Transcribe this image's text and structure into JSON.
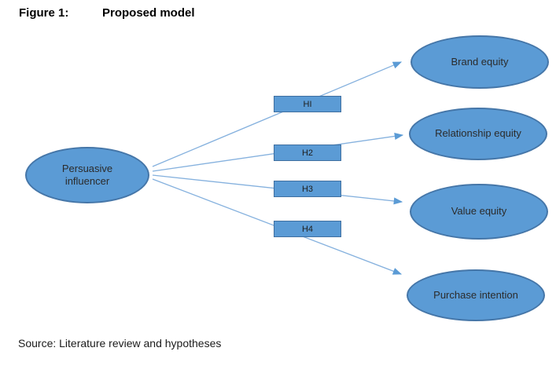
{
  "figure": {
    "label": "Figure 1:",
    "title": "Proposed model"
  },
  "diagram": {
    "predictor": {
      "label": "Persuasive influencer"
    },
    "hypotheses": [
      {
        "label": "HI"
      },
      {
        "label": "H2"
      },
      {
        "label": "H3"
      },
      {
        "label": "H4"
      }
    ],
    "outcomes": [
      {
        "label": "Brand equity"
      },
      {
        "label": "Relationship equity"
      },
      {
        "label": "Value equity"
      },
      {
        "label": "Purchase intention"
      }
    ]
  },
  "source_note": "Source: Literature review and hypotheses",
  "colors": {
    "shape_fill": "#5b9bd5",
    "ellipse_border": "#4576a8",
    "box_border": "#3f6fa0",
    "arrow_line": "#85b1de",
    "arrow_head": "#5b9bd5",
    "text": "#2b2b2b"
  }
}
